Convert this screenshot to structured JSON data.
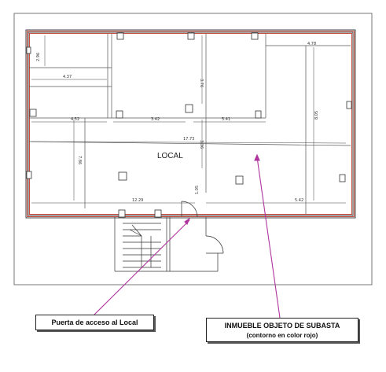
{
  "plan": {
    "room_label": "LOCAL",
    "dimensions": {
      "top_left_vertical": "2.96",
      "top_left_horizontal": "4.37",
      "top_middle_vertical": "3.76",
      "top_right_horizontal": "4.78",
      "mid_left_horizontal": "4.52",
      "mid_center_left": "3.42",
      "mid_center_right": "5.41",
      "right_vertical": "8.05",
      "full_width": "17.73",
      "center_vertical": "3.36",
      "left_vertical": "7.86",
      "bottom_left_horizontal": "12.29",
      "bottom_center_vertical": "1.05",
      "bottom_right_horizontal": "5.42"
    },
    "colors": {
      "outline_red": "#c0392b",
      "pointer_magenta": "#b0359e"
    }
  },
  "callouts": {
    "door_label": "Puerta de acceso al Local",
    "property_label": "INMUEBLE OBJETO DE SUBASTA",
    "property_note": "(contorno en color rojo)"
  }
}
